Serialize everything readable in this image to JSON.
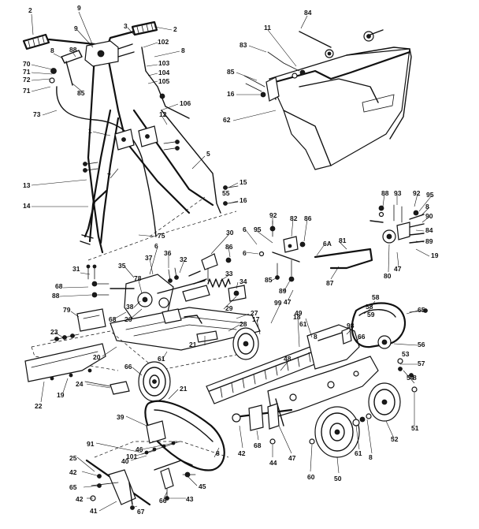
{
  "labels": [
    {
      "id": "l1",
      "text": "2"
    },
    {
      "id": "l2",
      "text": "9"
    },
    {
      "id": "l3",
      "text": "9"
    },
    {
      "id": "l4",
      "text": "3"
    },
    {
      "id": "l5",
      "text": "2"
    },
    {
      "id": "l6",
      "text": "102"
    },
    {
      "id": "l7",
      "text": "8"
    },
    {
      "id": "l8",
      "text": "103"
    },
    {
      "id": "l9",
      "text": "104"
    },
    {
      "id": "l10",
      "text": "105"
    },
    {
      "id": "l11",
      "text": "106"
    },
    {
      "id": "l12",
      "text": "70"
    },
    {
      "id": "l13",
      "text": "71"
    },
    {
      "id": "l14",
      "text": "72"
    },
    {
      "id": "l15",
      "text": "71"
    },
    {
      "id": "l16",
      "text": "88"
    },
    {
      "id": "l17",
      "text": "8"
    },
    {
      "id": "l18",
      "text": "85"
    },
    {
      "id": "l19",
      "text": "73"
    },
    {
      "id": "l20",
      "text": "1"
    },
    {
      "id": "l21",
      "text": "12"
    },
    {
      "id": "l22",
      "text": "5"
    },
    {
      "id": "l23",
      "text": "13"
    },
    {
      "id": "l24",
      "text": "7"
    },
    {
      "id": "l25",
      "text": "15"
    },
    {
      "id": "l26",
      "text": "14"
    },
    {
      "id": "l27",
      "text": "16"
    },
    {
      "id": "l28",
      "text": "75"
    },
    {
      "id": "l29",
      "text": "84"
    },
    {
      "id": "l30",
      "text": "11"
    },
    {
      "id": "l31",
      "text": "83"
    },
    {
      "id": "l32",
      "text": "85"
    },
    {
      "id": "l33",
      "text": "16"
    },
    {
      "id": "l34",
      "text": "62"
    },
    {
      "id": "l35",
      "text": "30"
    },
    {
      "id": "l36",
      "text": "86"
    },
    {
      "id": "l37",
      "text": "92"
    },
    {
      "id": "l38",
      "text": "82"
    },
    {
      "id": "l39",
      "text": "86"
    },
    {
      "id": "l40",
      "text": "6"
    },
    {
      "id": "l41",
      "text": "95"
    },
    {
      "id": "l42",
      "text": "6"
    },
    {
      "id": "l43",
      "text": "6A"
    },
    {
      "id": "l44",
      "text": "81"
    },
    {
      "id": "l45",
      "text": "88"
    },
    {
      "id": "l46",
      "text": "93"
    },
    {
      "id": "l47",
      "text": "92"
    },
    {
      "id": "l48",
      "text": "95"
    },
    {
      "id": "l49",
      "text": "8"
    },
    {
      "id": "l50",
      "text": "90"
    },
    {
      "id": "l51",
      "text": "84"
    },
    {
      "id": "l52",
      "text": "89"
    },
    {
      "id": "l53",
      "text": "19"
    },
    {
      "id": "l54",
      "text": "80"
    },
    {
      "id": "l55",
      "text": "47"
    },
    {
      "id": "l56",
      "text": "87"
    },
    {
      "id": "l57",
      "text": "85"
    },
    {
      "id": "l58",
      "text": "89"
    },
    {
      "id": "l59",
      "text": "47"
    },
    {
      "id": "l60",
      "text": "6"
    },
    {
      "id": "l61",
      "text": "35"
    },
    {
      "id": "l62",
      "text": "37"
    },
    {
      "id": "l63",
      "text": "36"
    },
    {
      "id": "l64",
      "text": "32"
    },
    {
      "id": "l65",
      "text": "31"
    },
    {
      "id": "l66",
      "text": "68"
    },
    {
      "id": "l67",
      "text": "78"
    },
    {
      "id": "l68",
      "text": "38"
    },
    {
      "id": "l69",
      "text": "33"
    },
    {
      "id": "l70",
      "text": "34"
    },
    {
      "id": "l71",
      "text": "29"
    },
    {
      "id": "l72",
      "text": "88"
    },
    {
      "id": "l73",
      "text": "79"
    },
    {
      "id": "l74",
      "text": "68"
    },
    {
      "id": "l75",
      "text": "26"
    },
    {
      "id": "l76",
      "text": "27"
    },
    {
      "id": "l77",
      "text": "28"
    },
    {
      "id": "l78",
      "text": "99"
    },
    {
      "id": "l79",
      "text": "17"
    },
    {
      "id": "l80",
      "text": "18"
    },
    {
      "id": "l81",
      "text": "23"
    },
    {
      "id": "l82",
      "text": "20"
    },
    {
      "id": "l83",
      "text": "21"
    },
    {
      "id": "l84",
      "text": "61"
    },
    {
      "id": "l85",
      "text": "66"
    },
    {
      "id": "l86",
      "text": "24"
    },
    {
      "id": "l87",
      "text": "22"
    },
    {
      "id": "l88",
      "text": "19"
    },
    {
      "id": "l89",
      "text": "21"
    },
    {
      "id": "l90",
      "text": "39"
    },
    {
      "id": "l91",
      "text": "91"
    },
    {
      "id": "l92",
      "text": "101"
    },
    {
      "id": "l93",
      "text": "46"
    },
    {
      "id": "l94",
      "text": "40"
    },
    {
      "id": "l95",
      "text": "25"
    },
    {
      "id": "l96",
      "text": "42"
    },
    {
      "id": "l97",
      "text": "65"
    },
    {
      "id": "l98",
      "text": "42"
    },
    {
      "id": "l99",
      "text": "41"
    },
    {
      "id": "l100",
      "text": "67"
    },
    {
      "id": "l101",
      "text": "66"
    },
    {
      "id": "l102",
      "text": "43"
    },
    {
      "id": "l103",
      "text": "45"
    },
    {
      "id": "l104",
      "text": "8"
    },
    {
      "id": "l105",
      "text": "42"
    },
    {
      "id": "l106",
      "text": "68"
    },
    {
      "id": "l107",
      "text": "44"
    },
    {
      "id": "l108",
      "text": "47"
    },
    {
      "id": "l109",
      "text": "48"
    },
    {
      "id": "l110",
      "text": "49"
    },
    {
      "id": "l111",
      "text": "60"
    },
    {
      "id": "l112",
      "text": "50"
    },
    {
      "id": "l113",
      "text": "61"
    },
    {
      "id": "l114",
      "text": "8"
    },
    {
      "id": "l115",
      "text": "52"
    },
    {
      "id": "l116",
      "text": "8"
    },
    {
      "id": "l117",
      "text": "51"
    },
    {
      "id": "l118",
      "text": "58"
    },
    {
      "id": "l119",
      "text": "58"
    },
    {
      "id": "l120",
      "text": "65"
    },
    {
      "id": "l121",
      "text": "98"
    },
    {
      "id": "l122",
      "text": "66"
    },
    {
      "id": "l123",
      "text": "56"
    },
    {
      "id": "l124",
      "text": "57"
    },
    {
      "id": "l125",
      "text": "53"
    },
    {
      "id": "l126",
      "text": "54"
    },
    {
      "id": "l127",
      "text": "55"
    },
    {
      "id": "l128",
      "text": "59"
    },
    {
      "id": "l129",
      "text": "61"
    },
    {
      "id": "l130",
      "text": "8"
    },
    {
      "id": "l131",
      "text": "66"
    }
  ]
}
